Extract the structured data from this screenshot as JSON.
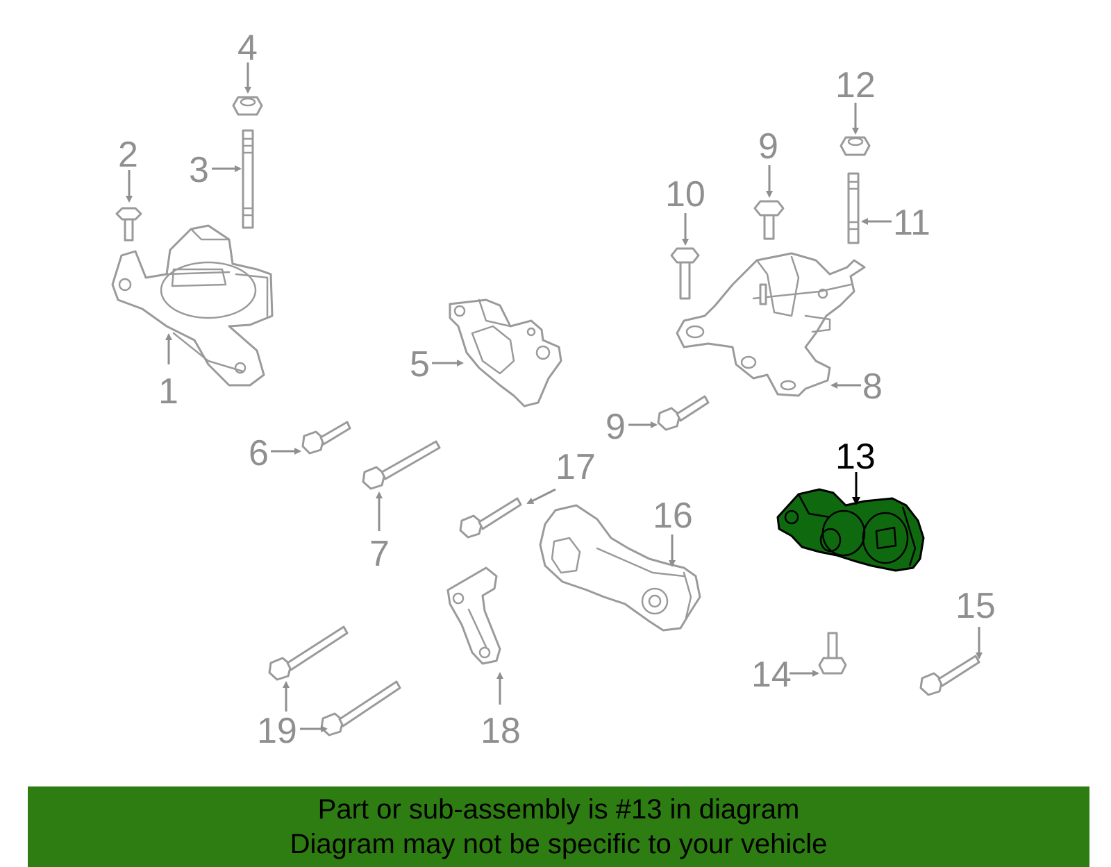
{
  "labels": [
    "1",
    "2",
    "3",
    "4",
    "5",
    "6",
    "7",
    "8",
    "9",
    "9",
    "10",
    "11",
    "12",
    "13",
    "14",
    "15",
    "16",
    "17",
    "18",
    "19"
  ],
  "highlighted_part": "13",
  "highlight_color": "#0f6a0f",
  "banner": {
    "line1": "Part or sub-assembly is #13 in diagram",
    "line2": "Diagram may not be specific to your vehicle",
    "background": "#2e7d12"
  }
}
